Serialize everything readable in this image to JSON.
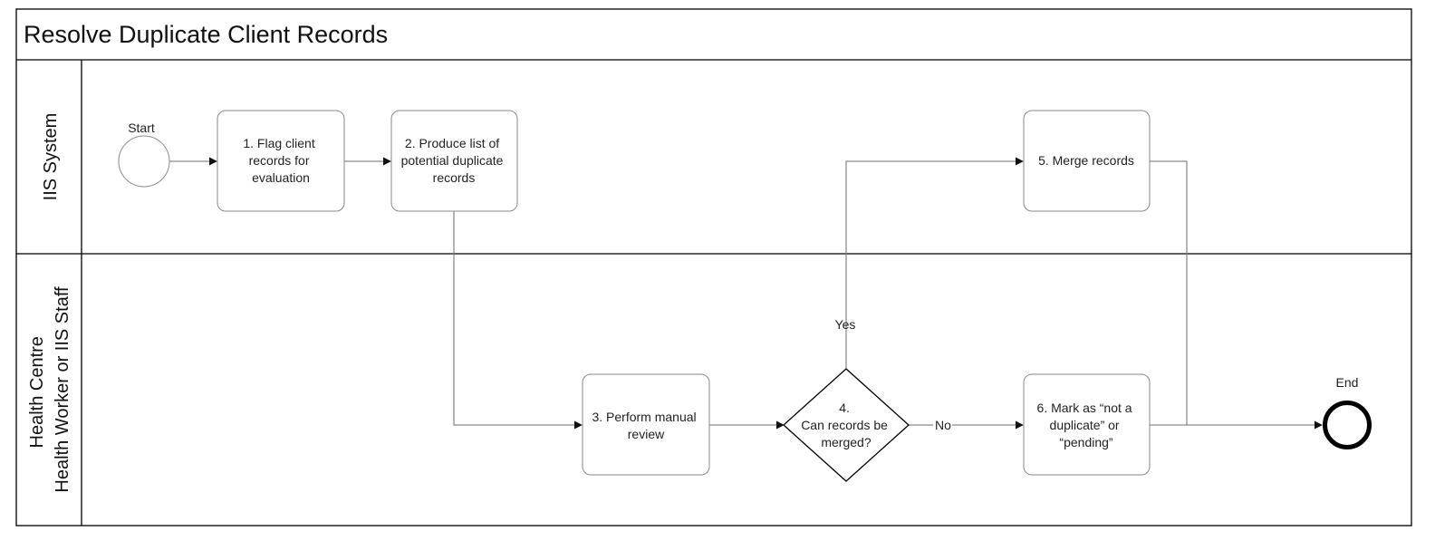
{
  "title": "Resolve Duplicate Client Records",
  "lanes": [
    {
      "lines": [
        "IIS System"
      ]
    },
    {
      "lines": [
        "Health Centre",
        "Health Worker or IIS Staff"
      ]
    }
  ],
  "nodes": {
    "start": {
      "label": "Start"
    },
    "step1": {
      "lines": [
        "1. Flag client",
        "records for",
        "evaluation"
      ]
    },
    "step2": {
      "lines": [
        "2. Produce list of",
        "potential duplicate",
        "records"
      ]
    },
    "step3": {
      "lines": [
        "3. Perform manual",
        "review"
      ]
    },
    "step4": {
      "lines": [
        "4.",
        "Can records be",
        "merged?"
      ]
    },
    "step5": {
      "lines": [
        "5. Merge records"
      ]
    },
    "step6": {
      "lines": [
        "6. Mark as “not a",
        "duplicate” or",
        "“pending”"
      ]
    },
    "end": {
      "label": "End"
    }
  },
  "edges": {
    "yes": "Yes",
    "no": "No"
  },
  "colors": {
    "border": "#000000",
    "box_stroke": "#8a8a8a",
    "edge": "#6e6e6e",
    "end_stroke": "#000000"
  }
}
